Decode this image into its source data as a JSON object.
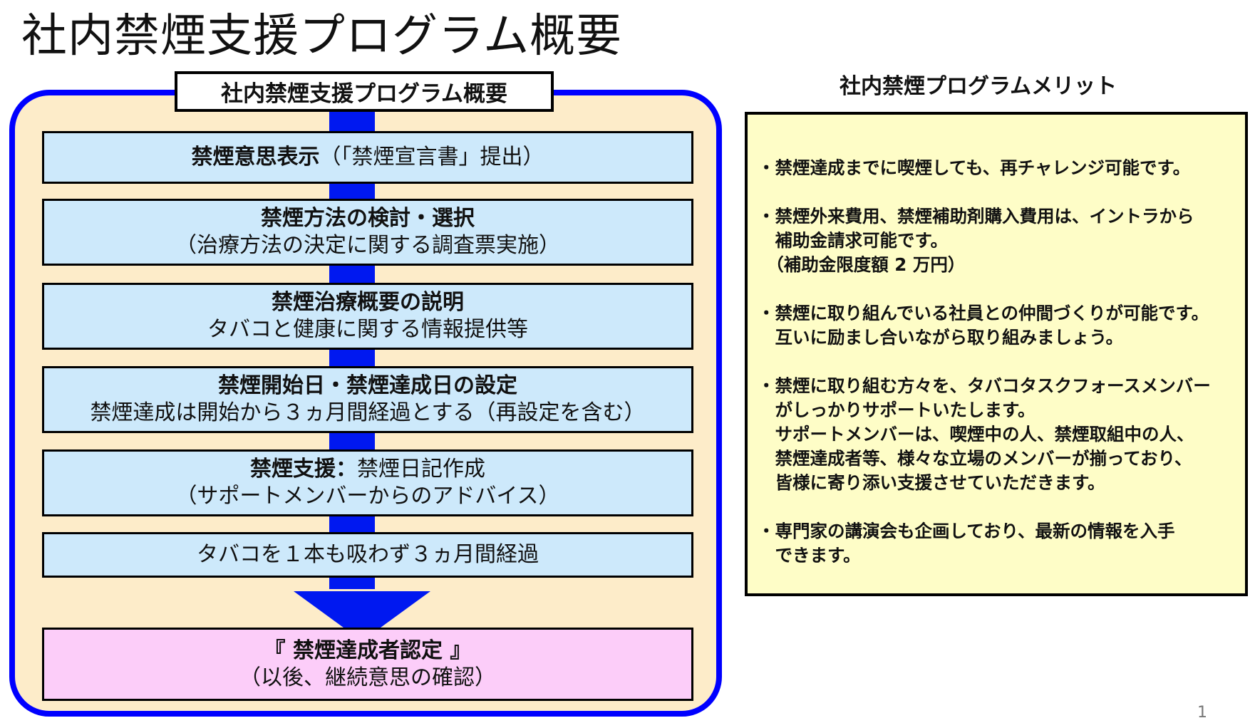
{
  "page": {
    "title": "社内禁煙支援プログラム概要",
    "page_number": "1"
  },
  "flow": {
    "header": "社内禁煙支援プログラム概要",
    "steps": [
      {
        "bold": "禁煙意思表示",
        "normal": "（「禁煙宣言書」提出）"
      },
      {
        "line1": "禁煙方法の検討・選択",
        "line2": "（治療方法の決定に関する調査票実施）"
      },
      {
        "line1": "禁煙治療概要の説明",
        "line2": "タバコと健康に関する情報提供等"
      },
      {
        "line1": "禁煙開始日・禁煙達成日の設定",
        "line2": "禁煙達成は開始から３ヵ月間経過とする（再設定を含む）"
      },
      {
        "bold": "禁煙支援：",
        "normal": "禁煙日記作成",
        "line2": "（サポートメンバーからのアドバイス）"
      },
      {
        "line1": "タバコを１本も吸わず３ヵ月間経過"
      }
    ],
    "final": {
      "line1": "『 禁煙達成者認定 』",
      "line2": "（以後、継続意思の確認）"
    },
    "colors": {
      "border": "#0000ff",
      "background": "#fdecc9",
      "step_fill": "#cde9fb",
      "final_fill": "#fccdf9",
      "arrow": "#0018f0"
    }
  },
  "merits": {
    "title": "社内禁煙プログラムメリット",
    "items": [
      [
        "・禁煙達成までに喫煙しても、再チャレンジ可能です。"
      ],
      [
        "・禁煙外来費用、禁煙補助剤購入費用は、イントラから",
        "　補助金請求可能です。",
        "　（補助金限度額 2 万円）"
      ],
      [
        "・禁煙に取り組んでいる社員との仲間づくりが可能です。",
        "　互いに励まし合いながら取り組みましょう。"
      ],
      [
        "・禁煙に取り組む方々を、タバコタスクフォースメンバー",
        "　がしっかりサポートいたします。",
        "　サポートメンバーは、喫煙中の人、禁煙取組中の人、",
        "　禁煙達成者等、様々な立場のメンバーが揃っており、",
        "　皆様に寄り添い支援させていただきます。"
      ],
      [
        "・専門家の講演会も企画しており、最新の情報を入手",
        "　できます。"
      ]
    ],
    "box_fill": "#fefdc7"
  }
}
